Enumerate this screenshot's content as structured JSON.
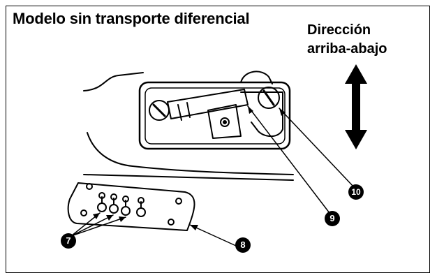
{
  "title": "Modelo sin transporte diferencial",
  "direction_label": {
    "line1": "Dirección",
    "line2": "arriba-abajo"
  },
  "callouts": {
    "c7": "7",
    "c8": "8",
    "c9": "9",
    "c10": "10"
  },
  "colors": {
    "ink": "#000000",
    "background": "#ffffff"
  }
}
